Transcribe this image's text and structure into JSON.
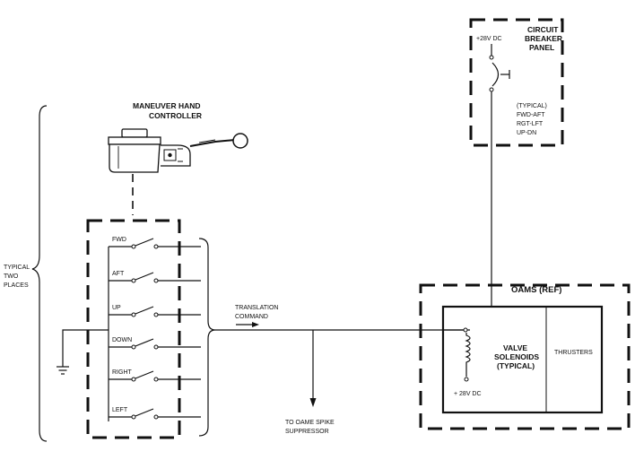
{
  "hand_controller": {
    "title_line1": "MANEUVER HAND",
    "title_line2": "CONTROLLER"
  },
  "typical_note": {
    "line1": "TYPICAL",
    "line2": "TWO",
    "line3": "PLACES"
  },
  "switches": [
    "FWD",
    "AFT",
    "UP",
    "DOWN",
    "RIGHT",
    "LEFT"
  ],
  "translation": {
    "line1": "TRANSLATION",
    "line2": "COMMAND"
  },
  "spike": {
    "line1": "TO OAME SPIKE",
    "line2": "SUPPRESSOR"
  },
  "breaker_panel": {
    "title_line1": "CIRCUIT",
    "title_line2": "BREAKER",
    "title_line3": "PANEL",
    "voltage": "+28V DC",
    "note_line1": "(TYPICAL)",
    "note_line2": "FWD-AFT",
    "note_line3": "RGT-LFT",
    "note_line4": "UP-DN"
  },
  "oams": {
    "title": "OAMS (REF)",
    "valve_line1": "VALVE",
    "valve_line2": "SOLENOIDS",
    "valve_line3": "(TYPICAL)",
    "voltage": "+ 28V DC",
    "thrusters": "THRUSTERS"
  }
}
